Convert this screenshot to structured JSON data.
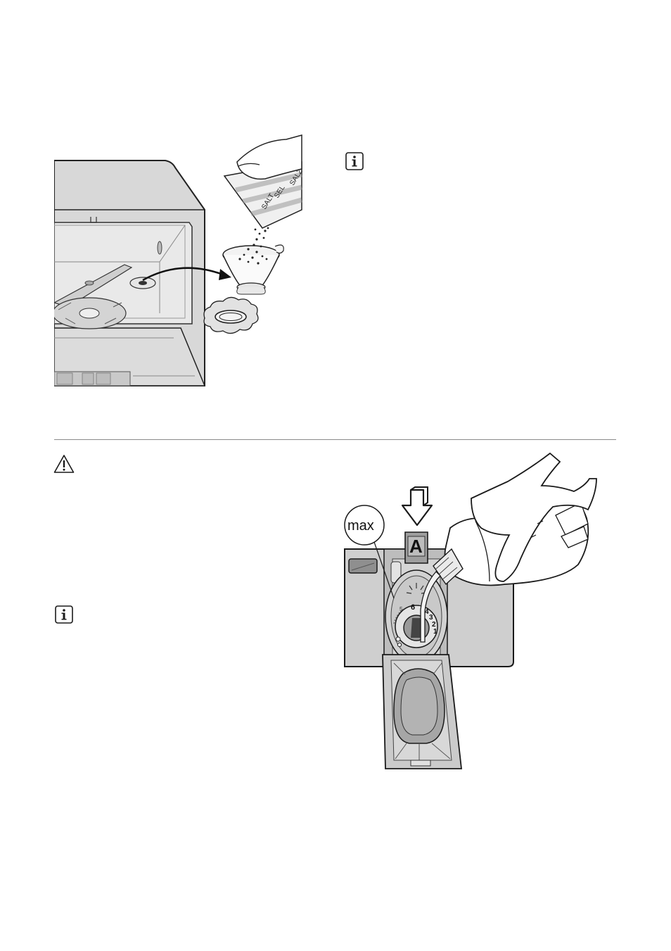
{
  "salt_illustration": {
    "packet_labels": [
      "SALT",
      "SEL",
      "SALZ"
    ]
  },
  "rinse_aid_illustration": {
    "max_label": "max",
    "arrow_label": "A",
    "dial_numbers": [
      "6",
      "5",
      "4",
      "3",
      "2",
      "1"
    ]
  },
  "icons": {
    "info_icon_top": "info-icon",
    "warning_icon": "warning-icon",
    "info_icon_bottom": "info-icon"
  }
}
